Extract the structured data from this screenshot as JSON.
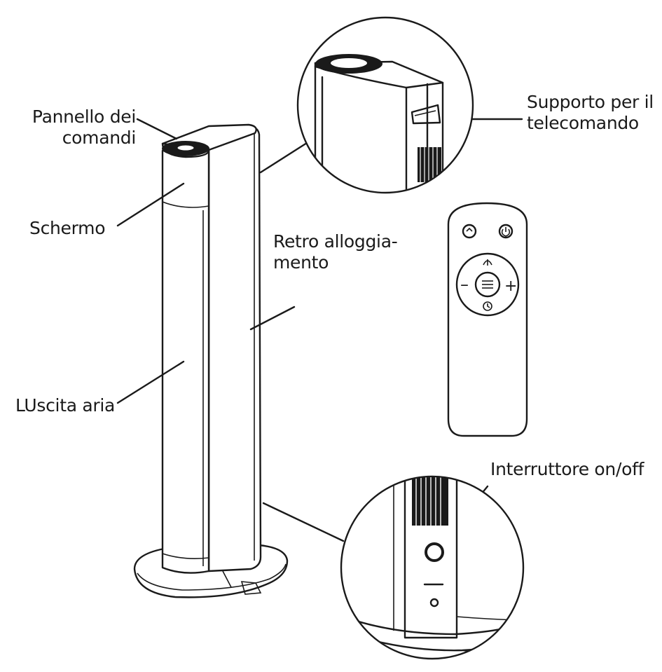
{
  "labels": {
    "control_panel": [
      "Pannello dei",
      "comandi"
    ],
    "screen": "Schermo",
    "air_outlet": "LUscita aria",
    "rear_housing": [
      "Retro alloggia-",
      "mento"
    ],
    "remote_holder": [
      "Supporto per il",
      "telecomando"
    ],
    "power_switch": "Interruttore on/off"
  },
  "remote": {
    "buttons": [
      "timer-icon",
      "power-icon",
      "swing-icon",
      "minus-icon",
      "mode-icon",
      "plus-icon",
      "clock-icon"
    ],
    "minus_glyph": "–",
    "plus_glyph": "+"
  }
}
